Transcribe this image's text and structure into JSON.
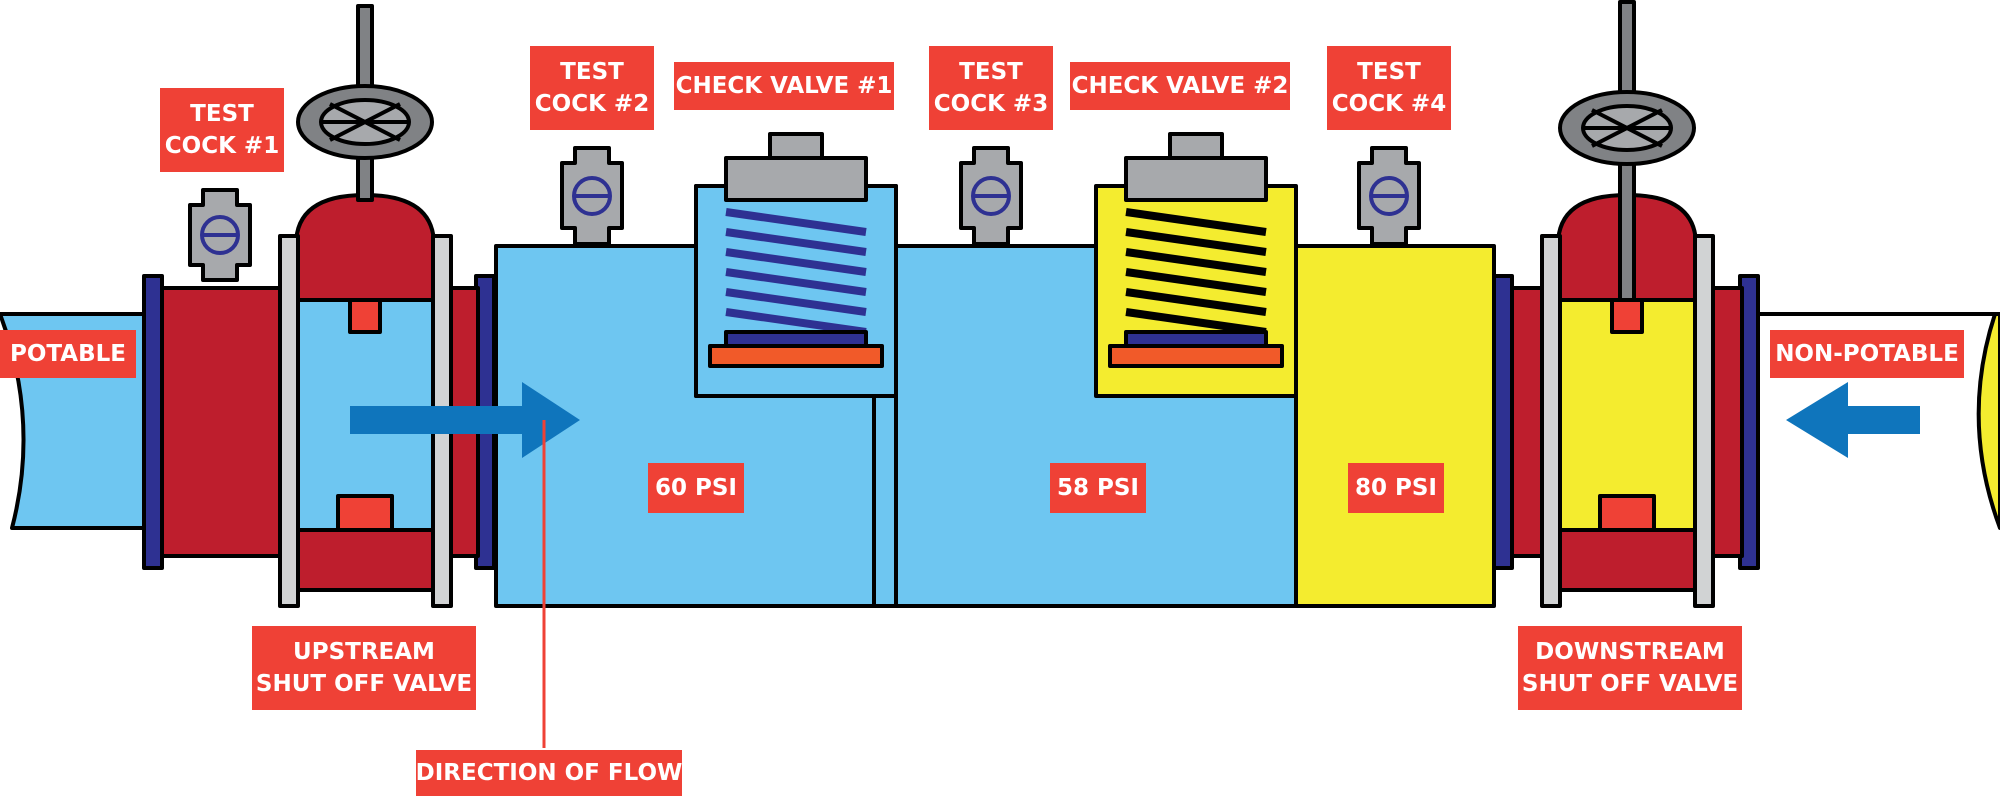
{
  "labels": {
    "potable": "POTABLE",
    "non_potable": "NON-POTABLE",
    "test_cock_1": [
      "TEST",
      "COCK #1"
    ],
    "test_cock_2": [
      "TEST",
      "COCK #2"
    ],
    "test_cock_3": [
      "TEST",
      "COCK #3"
    ],
    "test_cock_4": [
      "TEST",
      "COCK #4"
    ],
    "check_valve_1": "CHECK VALVE #1",
    "check_valve_2": "CHECK VALVE #2",
    "upstream_valve": [
      "UPSTREAM",
      "SHUT OFF VALVE"
    ],
    "downstream_valve": [
      "DOWNSTREAM",
      "SHUT OFF VALVE"
    ],
    "direction_of_flow": "DIRECTION OF FLOW",
    "pressure_zone_1": "60 PSI",
    "pressure_zone_2": "58 PSI",
    "pressure_zone_3": "80 PSI"
  },
  "colors": {
    "potable_water": "#6ec6f1",
    "non_potable_water": "#f4ec2f",
    "valve_body": "#be1e2d",
    "flange": "#2e3192",
    "label_bg": "#ef4136",
    "orange": "#f15a29",
    "gray": "#a7a9ac",
    "light_gray": "#d1d3d4",
    "arrow": "#0f75bc"
  }
}
